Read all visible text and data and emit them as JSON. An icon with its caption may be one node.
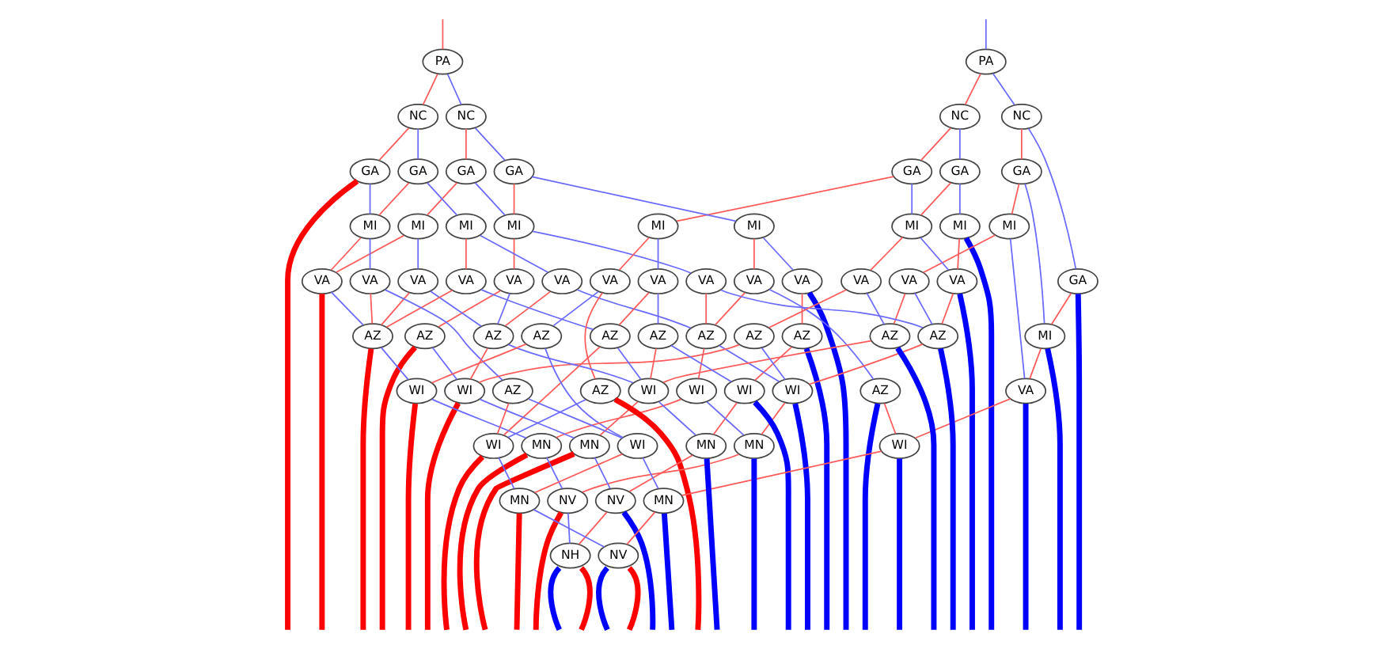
{
  "diagram": {
    "nodes": [
      {
        "text": [
          "PA"
        ]
      },
      {
        "text": [
          "PA"
        ]
      },
      {
        "text": [
          "NC"
        ]
      },
      {
        "text": [
          "NC"
        ]
      },
      {
        "text": [
          "NC"
        ]
      },
      {
        "text": [
          "NC"
        ]
      },
      {
        "text": [
          "GA"
        ]
      },
      {
        "text": [
          "GA"
        ]
      },
      {
        "text": [
          "GA"
        ]
      },
      {
        "text": [
          "GA"
        ]
      },
      {
        "text": [
          "GA"
        ]
      },
      {
        "text": [
          "GA"
        ]
      },
      {
        "text": [
          "GA"
        ]
      },
      {
        "text": [
          "GA"
        ]
      },
      {
        "text": [
          "MI"
        ]
      },
      {
        "text": [
          "MI"
        ]
      },
      {
        "text": [
          "MI"
        ]
      },
      {
        "text": [
          "MI"
        ]
      },
      {
        "text": [
          "MI"
        ]
      },
      {
        "text": [
          "MI"
        ]
      },
      {
        "text": [
          "MI"
        ]
      },
      {
        "text": [
          "MI"
        ]
      },
      {
        "text": [
          "MI"
        ]
      },
      {
        "text": [
          "MI"
        ]
      },
      {
        "text": [
          "VA"
        ]
      },
      {
        "text": [
          "VA"
        ]
      },
      {
        "text": [
          "VA"
        ]
      },
      {
        "text": [
          "VA"
        ]
      },
      {
        "text": [
          "VA"
        ]
      },
      {
        "text": [
          "VA"
        ]
      },
      {
        "text": [
          "VA"
        ]
      },
      {
        "text": [
          "VA"
        ]
      },
      {
        "text": [
          "VA"
        ]
      },
      {
        "text": [
          "VA"
        ]
      },
      {
        "text": [
          "VA"
        ]
      },
      {
        "text": [
          "VA"
        ]
      },
      {
        "text": [
          "VA"
        ]
      },
      {
        "text": [
          "VA"
        ]
      },
      {
        "text": [
          "VA"
        ]
      },
      {
        "text": [
          "AZ"
        ]
      },
      {
        "text": [
          "AZ"
        ]
      },
      {
        "text": [
          "AZ"
        ]
      },
      {
        "text": [
          "AZ"
        ]
      },
      {
        "text": [
          "AZ"
        ]
      },
      {
        "text": [
          "AZ"
        ]
      },
      {
        "text": [
          "AZ"
        ]
      },
      {
        "text": [
          "AZ"
        ]
      },
      {
        "text": [
          "AZ"
        ]
      },
      {
        "text": [
          "AZ"
        ]
      },
      {
        "text": [
          "AZ"
        ]
      },
      {
        "text": [
          "AZ"
        ]
      },
      {
        "text": [
          "WI"
        ]
      },
      {
        "text": [
          "WI"
        ]
      },
      {
        "text": [
          "WI"
        ]
      },
      {
        "text": [
          "WI"
        ]
      },
      {
        "text": [
          "WI"
        ]
      },
      {
        "text": [
          "WI"
        ]
      },
      {
        "text": [
          "AZ"
        ]
      },
      {
        "text": [
          "AZ"
        ]
      },
      {
        "text": [
          "WI"
        ]
      },
      {
        "text": [
          "MN"
        ]
      },
      {
        "text": [
          "MN"
        ]
      },
      {
        "text": [
          "MN"
        ]
      },
      {
        "text": [
          "MN"
        ]
      },
      {
        "text": [
          "WI"
        ]
      },
      {
        "text": [
          "WI"
        ]
      },
      {
        "text": [
          "NV"
        ]
      },
      {
        "text": [
          "MN"
        ]
      },
      {
        "text": [
          "NV"
        ]
      },
      {
        "text": [
          "MN"
        ]
      },
      {
        "text": [
          "NH"
        ]
      },
      {
        "text": [
          "NV"
        ]
      }
    ],
    "edges": [
      {
        "from": null,
        "to": 0,
        "arrow": "none",
        "color": "#6a6aff"
      },
      {
        "from": null,
        "to": 1,
        "arrow": "none",
        "color": "#ff5a5a"
      },
      {
        "from": 0,
        "to": 2,
        "arrow": "none",
        "color": "#6a6aff"
      },
      {
        "from": 0,
        "to": 3,
        "arrow": "none",
        "color": "#ff5a5a"
      },
      {
        "from": 1,
        "to": 4,
        "arrow": "none",
        "color": "#6a6aff"
      },
      {
        "from": 1,
        "to": 5,
        "arrow": "none",
        "color": "#ff5a5a"
      },
      {
        "from": 2,
        "to": 6,
        "arrow": "none",
        "color": "#ff5a5a"
      },
      {
        "from": 2,
        "to": 13,
        "arrow": "none",
        "color": "#6a6aff"
      },
      {
        "from": 3,
        "to": 7,
        "arrow": "none",
        "color": "#6a6aff"
      },
      {
        "from": 3,
        "to": 8,
        "arrow": "none",
        "color": "#ff5a5a"
      },
      {
        "from": 4,
        "to": 9,
        "arrow": "none",
        "color": "#6a6aff"
      },
      {
        "from": 4,
        "to": 10,
        "arrow": "none",
        "color": "#ff5a5a"
      },
      {
        "from": 5,
        "to": 11,
        "arrow": "none",
        "color": "#6a6aff"
      },
      {
        "from": 5,
        "to": 12,
        "arrow": "none",
        "color": "#ff5a5a"
      },
      {
        "from": 6,
        "to": 23,
        "arrow": "none",
        "color": "#6a6aff"
      },
      {
        "from": 6,
        "to": 15,
        "arrow": "none",
        "color": "#ff5a5a"
      },
      {
        "from": 7,
        "to": 14,
        "arrow": "none",
        "color": "#6a6aff"
      },
      {
        "from": 7,
        "to": 16,
        "arrow": "none",
        "color": "#ff5a5a"
      },
      {
        "from": 8,
        "to": 16,
        "arrow": "none",
        "color": "#6a6aff"
      },
      {
        "from": 8,
        "to": 20,
        "arrow": "none",
        "color": "#ff5a5a"
      },
      {
        "from": 9,
        "to": 17,
        "arrow": "none",
        "color": "#6a6aff"
      },
      {
        "from": 9,
        "to": 18,
        "arrow": "none",
        "color": "#ff5a5a"
      },
      {
        "from": 10,
        "to": 18,
        "arrow": "none",
        "color": "#6a6aff"
      },
      {
        "from": 10,
        "to": 21,
        "arrow": "none",
        "color": "#ff5a5a"
      },
      {
        "from": 11,
        "to": 19,
        "arrow": "none",
        "color": "#6a6aff"
      },
      {
        "from": 11,
        "to": 22,
        "arrow": "none",
        "color": "#ff5a5a"
      },
      {
        "from": 12,
        "to": 22,
        "arrow": "none",
        "color": "#6a6aff"
      },
      {
        "from": 12,
        "to": null,
        "arrow": "none",
        "style": "thick",
        "color": "#ff0000"
      },
      {
        "from": 13,
        "to": null,
        "arrow": "none",
        "style": "thick",
        "color": "#0000ff"
      },
      {
        "from": 13,
        "to": 23,
        "arrow": "none",
        "color": "#ff5a5a"
      },
      {
        "from": 14,
        "to": null,
        "arrow": "none",
        "style": "thick",
        "color": "#0000ff"
      },
      {
        "from": 14,
        "to": 24,
        "arrow": "none",
        "color": "#ff5a5a"
      },
      {
        "from": 15,
        "to": 38,
        "arrow": "none",
        "color": "#6a6aff"
      },
      {
        "from": 15,
        "to": 27,
        "arrow": "none",
        "color": "#ff5a5a"
      },
      {
        "from": 16,
        "to": 24,
        "arrow": "none",
        "color": "#6a6aff"
      },
      {
        "from": 16,
        "to": 29,
        "arrow": "none",
        "color": "#ff5a5a"
      },
      {
        "from": 17,
        "to": 25,
        "arrow": "none",
        "color": "#6a6aff"
      },
      {
        "from": 17,
        "to": 26,
        "arrow": "none",
        "color": "#ff5a5a"
      },
      {
        "from": 18,
        "to": 28,
        "arrow": "none",
        "color": "#6a6aff"
      },
      {
        "from": 18,
        "to": 31,
        "arrow": "none",
        "color": "#ff5a5a"
      },
      {
        "from": 19,
        "to": 30,
        "arrow": "none",
        "color": "#6a6aff"
      },
      {
        "from": 19,
        "to": 34,
        "arrow": "none",
        "color": "#ff5a5a"
      },
      {
        "from": 20,
        "to": 32,
        "arrow": "none",
        "color": "#6a6aff"
      },
      {
        "from": 20,
        "to": 35,
        "arrow": "none",
        "color": "#ff5a5a"
      },
      {
        "from": 21,
        "to": 33,
        "arrow": "none",
        "color": "#6a6aff"
      },
      {
        "from": 21,
        "to": 37,
        "arrow": "none",
        "color": "#ff5a5a"
      },
      {
        "from": 22,
        "to": 36,
        "arrow": "none",
        "color": "#6a6aff"
      },
      {
        "from": 22,
        "to": 37,
        "arrow": "none",
        "color": "#ff5a5a"
      },
      {
        "from": 23,
        "to": null,
        "arrow": "none",
        "style": "thick",
        "color": "#0000ff"
      },
      {
        "from": 23,
        "to": 38,
        "arrow": "none",
        "color": "#ff5a5a"
      },
      {
        "from": 24,
        "to": null,
        "arrow": "none",
        "style": "thick",
        "color": "#0000ff"
      },
      {
        "from": 24,
        "to": 40,
        "arrow": "none",
        "color": "#ff5a5a"
      },
      {
        "from": 25,
        "to": null,
        "arrow": "none",
        "style": "thick",
        "color": "#0000ff"
      },
      {
        "from": 25,
        "to": 39,
        "arrow": "none",
        "color": "#ff5a5a"
      },
      {
        "from": 26,
        "to": 50,
        "arrow": "none",
        "color": "#6a6aff"
      },
      {
        "from": 26,
        "to": 41,
        "arrow": "none",
        "color": "#ff5a5a"
      },
      {
        "from": 27,
        "to": 40,
        "arrow": "none",
        "color": "#6a6aff"
      },
      {
        "from": 27,
        "to": 42,
        "arrow": "none",
        "color": "#ff5a5a"
      },
      {
        "from": 28,
        "to": 40,
        "arrow": "none",
        "color": "#6a6aff"
      },
      {
        "from": 28,
        "to": 41,
        "arrow": "none",
        "color": "#ff5a5a"
      },
      {
        "from": 29,
        "to": 42,
        "arrow": "none",
        "color": "#6a6aff"
      },
      {
        "from": 29,
        "to": 43,
        "arrow": "none",
        "color": "#ff5a5a"
      },
      {
        "from": 30,
        "to": 41,
        "arrow": "none",
        "color": "#6a6aff"
      },
      {
        "from": 30,
        "to": 45,
        "arrow": "none",
        "color": "#ff5a5a"
      },
      {
        "from": 31,
        "to": 45,
        "arrow": "none",
        "color": "#6a6aff"
      },
      {
        "from": 31,
        "to": 46,
        "arrow": "none",
        "color": "#ff5a5a"
      },
      {
        "from": 32,
        "to": 44,
        "arrow": "none",
        "color": "#6a6aff"
      },
      {
        "from": 32,
        "to": 47,
        "arrow": "none",
        "color": "#ff5a5a"
      },
      {
        "from": 33,
        "to": 45,
        "arrow": "none",
        "color": "#6a6aff"
      },
      {
        "from": 33,
        "to": 49,
        "arrow": "none",
        "color": "#ff5a5a"
      },
      {
        "from": 34,
        "to": 47,
        "arrow": "none",
        "color": "#6a6aff"
      },
      {
        "from": 34,
        "to": 49,
        "arrow": "none",
        "color": "#ff5a5a"
      },
      {
        "from": 35,
        "to": 48,
        "arrow": "none",
        "color": "#6a6aff"
      },
      {
        "from": 35,
        "to": 58,
        "arrow": "none",
        "color": "#ff5a5a"
      },
      {
        "from": 36,
        "to": 57,
        "arrow": "none",
        "color": "#6a6aff"
      },
      {
        "from": 36,
        "to": 49,
        "arrow": "none",
        "color": "#ff5a5a"
      },
      {
        "from": 37,
        "to": 49,
        "arrow": "none",
        "color": "#6a6aff"
      },
      {
        "from": 37,
        "to": null,
        "arrow": "none",
        "style": "thick",
        "color": "#ff0000"
      },
      {
        "from": 38,
        "to": null,
        "arrow": "none",
        "style": "thick",
        "color": "#0000ff"
      },
      {
        "from": 38,
        "to": 59,
        "arrow": "none",
        "color": "#ff5a5a"
      },
      {
        "from": 39,
        "to": null,
        "arrow": "none",
        "style": "thick",
        "color": "#0000ff"
      },
      {
        "from": 39,
        "to": 52,
        "arrow": "none",
        "color": "#ff5a5a"
      },
      {
        "from": 40,
        "to": null,
        "arrow": "none",
        "style": "thick",
        "color": "#0000ff"
      },
      {
        "from": 40,
        "to": 51,
        "arrow": "none",
        "color": "#ff5a5a"
      },
      {
        "from": 41,
        "to": 51,
        "arrow": "none",
        "color": "#6a6aff"
      },
      {
        "from": 41,
        "to": 53,
        "arrow": "none",
        "color": "#ff5a5a"
      },
      {
        "from": 42,
        "to": null,
        "arrow": "none",
        "style": "thick",
        "color": "#0000ff"
      },
      {
        "from": 42,
        "to": 54,
        "arrow": "none",
        "color": "#ff5a5a"
      },
      {
        "from": 43,
        "to": 51,
        "arrow": "none",
        "color": "#6a6aff"
      },
      {
        "from": 43,
        "to": 55,
        "arrow": "none",
        "color": "#ff5a5a"
      },
      {
        "from": 44,
        "to": 52,
        "arrow": "none",
        "color": "#6a6aff"
      },
      {
        "from": 44,
        "to": 54,
        "arrow": "none",
        "color": "#ff5a5a"
      },
      {
        "from": 45,
        "to": 54,
        "arrow": "none",
        "color": "#6a6aff"
      },
      {
        "from": 45,
        "to": 55,
        "arrow": "none",
        "color": "#ff5a5a"
      },
      {
        "from": 46,
        "to": 55,
        "arrow": "none",
        "color": "#6a6aff"
      },
      {
        "from": 46,
        "to": null,
        "arrow": "none",
        "style": "thick",
        "color": "#ff0000"
      },
      {
        "from": 47,
        "to": 54,
        "arrow": "none",
        "color": "#6a6aff"
      },
      {
        "from": 47,
        "to": 65,
        "arrow": "none",
        "color": "#ff5a5a"
      },
      {
        "from": 48,
        "to": 64,
        "arrow": "none",
        "color": "#6a6aff"
      },
      {
        "from": 48,
        "to": 56,
        "arrow": "none",
        "color": "#ff5a5a"
      },
      {
        "from": 49,
        "to": 56,
        "arrow": "none",
        "color": "#6a6aff"
      },
      {
        "from": 49,
        "to": null,
        "arrow": "none",
        "style": "thick",
        "color": "#ff0000"
      },
      {
        "from": 50,
        "to": null,
        "arrow": "none",
        "style": "thick",
        "color": "#0000ff"
      },
      {
        "from": 50,
        "to": 59,
        "arrow": "none",
        "color": "#ff5a5a"
      },
      {
        "from": 51,
        "to": null,
        "arrow": "none",
        "style": "thick",
        "color": "#0000ff"
      },
      {
        "from": 51,
        "to": 60,
        "arrow": "none",
        "color": "#ff5a5a"
      },
      {
        "from": 52,
        "to": null,
        "arrow": "none",
        "style": "thick",
        "color": "#0000ff"
      },
      {
        "from": 52,
        "to": 61,
        "arrow": "none",
        "color": "#ff5a5a"
      },
      {
        "from": 53,
        "to": 60,
        "arrow": "none",
        "color": "#6a6aff"
      },
      {
        "from": 53,
        "to": 63,
        "arrow": "none",
        "color": "#ff5a5a"
      },
      {
        "from": 54,
        "to": 61,
        "arrow": "none",
        "color": "#6a6aff"
      },
      {
        "from": 54,
        "to": 62,
        "arrow": "none",
        "color": "#ff5a5a"
      },
      {
        "from": 55,
        "to": 62,
        "arrow": "none",
        "color": "#6a6aff"
      },
      {
        "from": 55,
        "to": null,
        "arrow": "none",
        "style": "thick",
        "color": "#ff0000"
      },
      {
        "from": 56,
        "to": 63,
        "arrow": "none",
        "color": "#6a6aff"
      },
      {
        "from": 56,
        "to": null,
        "arrow": "none",
        "style": "thick",
        "color": "#ff0000"
      },
      {
        "from": 57,
        "to": 64,
        "arrow": "none",
        "color": "#6a6aff"
      },
      {
        "from": 57,
        "to": 65,
        "arrow": "none",
        "color": "#ff5a5a"
      },
      {
        "from": 58,
        "to": 65,
        "arrow": "none",
        "color": "#6a6aff"
      },
      {
        "from": 58,
        "to": null,
        "arrow": "none",
        "style": "thick",
        "color": "#ff0000"
      },
      {
        "from": 59,
        "to": null,
        "arrow": "none",
        "style": "thick",
        "color": "#0000ff"
      },
      {
        "from": 59,
        "to": 67,
        "arrow": "none",
        "color": "#ff5a5a"
      },
      {
        "from": 60,
        "to": null,
        "arrow": "none",
        "style": "thick",
        "color": "#0000ff"
      },
      {
        "from": 60,
        "to": 68,
        "arrow": "none",
        "color": "#ff5a5a"
      },
      {
        "from": 61,
        "to": null,
        "arrow": "none",
        "style": "thick",
        "color": "#0000ff"
      },
      {
        "from": 61,
        "to": 66,
        "arrow": "none",
        "color": "#ff5a5a"
      },
      {
        "from": 62,
        "to": 66,
        "arrow": "none",
        "color": "#6a6aff"
      },
      {
        "from": 62,
        "to": null,
        "arrow": "none",
        "style": "thick",
        "color": "#ff0000"
      },
      {
        "from": 63,
        "to": 68,
        "arrow": "none",
        "color": "#6a6aff"
      },
      {
        "from": 63,
        "to": null,
        "arrow": "none",
        "style": "thick",
        "color": "#ff0000"
      },
      {
        "from": 64,
        "to": 67,
        "arrow": "none",
        "color": "#6a6aff"
      },
      {
        "from": 64,
        "to": 69,
        "arrow": "none",
        "color": "#ff5a5a"
      },
      {
        "from": 65,
        "to": 69,
        "arrow": "none",
        "color": "#6a6aff"
      },
      {
        "from": 65,
        "to": null,
        "arrow": "none",
        "style": "thick",
        "color": "#ff0000"
      },
      {
        "from": 66,
        "to": null,
        "arrow": "none",
        "style": "thick",
        "color": "#0000ff"
      },
      {
        "from": 66,
        "to": 70,
        "arrow": "none",
        "color": "#ff5a5a"
      },
      {
        "from": 67,
        "to": null,
        "arrow": "none",
        "style": "thick",
        "color": "#0000ff"
      },
      {
        "from": 67,
        "to": 71,
        "arrow": "none",
        "color": "#ff5a5a"
      },
      {
        "from": 68,
        "to": 70,
        "arrow": "none",
        "color": "#6a6aff"
      },
      {
        "from": 68,
        "to": null,
        "arrow": "none",
        "style": "thick",
        "color": "#ff0000"
      },
      {
        "from": 69,
        "to": 71,
        "arrow": "none",
        "color": "#6a6aff"
      },
      {
        "from": 69,
        "to": null,
        "arrow": "none",
        "style": "thick",
        "color": "#ff0000"
      },
      {
        "from": 70,
        "to": null,
        "arrow": "none",
        "style": "thick",
        "color": "#ff0000"
      },
      {
        "from": 70,
        "to": null,
        "arrow": "none",
        "style": "thick",
        "color": "#0000ff"
      },
      {
        "from": 71,
        "to": null,
        "arrow": "none",
        "style": "thick",
        "color": "#ff0000"
      },
      {
        "from": 71,
        "to": null,
        "arrow": "none",
        "style": "thick",
        "color": "#0000ff"
      }
    ]
  }
}
